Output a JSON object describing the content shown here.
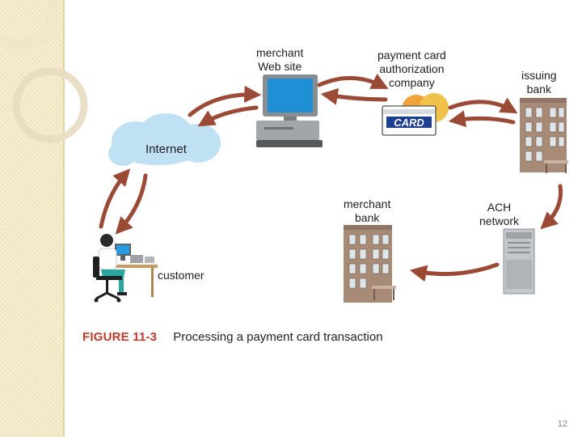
{
  "nodes": {
    "merchant_site": [
      "merchant",
      "Web site"
    ],
    "authorization": [
      "payment card",
      "authorization",
      "company"
    ],
    "issuing_bank": [
      "issuing",
      "bank"
    ],
    "internet": "Internet",
    "merchant_bank": [
      "merchant",
      "bank"
    ],
    "ach_network": [
      "ACH",
      "network"
    ],
    "customer": "customer"
  },
  "card_text": "CARD",
  "caption": {
    "figure_number": "FIGURE 11-3",
    "text": "Processing a payment card transaction"
  },
  "page_number": "12",
  "colors": {
    "arrow": "#9b4a36",
    "cloud": "#bfe1f3",
    "building": "#a78b77",
    "band": "#f3e7c3",
    "figure_label": "#c0392b"
  }
}
